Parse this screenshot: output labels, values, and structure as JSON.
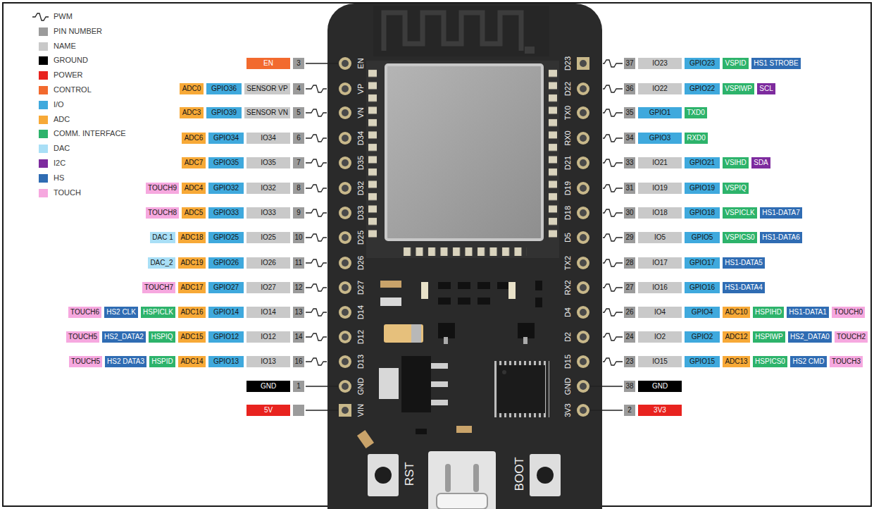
{
  "diagram": {
    "nodes": [
      {
        "text": [
          "3"
        ]
      },
      {
        "text": [
          "EN"
        ]
      },
      {
        "text": [
          "4"
        ]
      },
      {
        "text": [
          "SENSOR VP"
        ]
      },
      {
        "text": [
          "GPIO36"
        ]
      },
      {
        "text": [
          "ADC0"
        ]
      },
      {
        "text": [
          "5"
        ]
      },
      {
        "text": [
          "SENSOR VN"
        ]
      },
      {
        "text": [
          "GPIO39"
        ]
      },
      {
        "text": [
          "ADC3"
        ]
      },
      {
        "text": [
          "6"
        ]
      },
      {
        "text": [
          "IO34"
        ]
      },
      {
        "text": [
          "GPIO34"
        ]
      },
      {
        "text": [
          "ADC6"
        ]
      },
      {
        "text": [
          "7"
        ]
      },
      {
        "text": [
          "IO35"
        ]
      },
      {
        "text": [
          "GPIO35"
        ]
      },
      {
        "text": [
          "ADC7"
        ]
      },
      {
        "text": [
          "8"
        ]
      },
      {
        "text": [
          "IO32"
        ]
      },
      {
        "text": [
          "GPIO32"
        ]
      },
      {
        "text": [
          "ADC4"
        ]
      },
      {
        "text": [
          "TOUCH9"
        ]
      },
      {
        "text": [
          "9"
        ]
      },
      {
        "text": [
          "IO33"
        ]
      },
      {
        "text": [
          "GPIO33"
        ]
      },
      {
        "text": [
          "ADC5"
        ]
      },
      {
        "text": [
          "TOUCH8"
        ]
      },
      {
        "text": [
          "10"
        ]
      },
      {
        "text": [
          "IO25"
        ]
      },
      {
        "text": [
          "GPIO25"
        ]
      },
      {
        "text": [
          "ADC18"
        ]
      },
      {
        "text": [
          "DAC 1"
        ]
      },
      {
        "text": [
          "11"
        ]
      },
      {
        "text": [
          "IO26"
        ]
      },
      {
        "text": [
          "GPIO26"
        ]
      },
      {
        "text": [
          "ADC19"
        ]
      },
      {
        "text": [
          "DAC_2"
        ]
      },
      {
        "text": [
          "12"
        ]
      },
      {
        "text": [
          "IO27"
        ]
      },
      {
        "text": [
          "GPIO27"
        ]
      },
      {
        "text": [
          "ADC17"
        ]
      },
      {
        "text": [
          "TOUCH7"
        ]
      },
      {
        "text": [
          "13"
        ]
      },
      {
        "text": [
          "IO14"
        ]
      },
      {
        "text": [
          "GPIO14"
        ]
      },
      {
        "text": [
          "ADC16"
        ]
      },
      {
        "text": [
          "HSPICLK"
        ]
      },
      {
        "text": [
          "HS2 CLK"
        ]
      },
      {
        "text": [
          "TOUCH6"
        ]
      },
      {
        "text": [
          "14"
        ]
      },
      {
        "text": [
          "IO12"
        ]
      },
      {
        "text": [
          "GPIO12"
        ]
      },
      {
        "text": [
          "ADC15"
        ]
      },
      {
        "text": [
          "HSPIQ"
        ]
      },
      {
        "text": [
          "HS2_DATA2"
        ]
      },
      {
        "text": [
          "TOUCH5"
        ]
      },
      {
        "text": [
          "16"
        ]
      },
      {
        "text": [
          "IO13"
        ]
      },
      {
        "text": [
          "GPIO13"
        ]
      },
      {
        "text": [
          "ADC14"
        ]
      },
      {
        "text": [
          "HSPID"
        ]
      },
      {
        "text": [
          "HS2 DATA3"
        ]
      },
      {
        "text": [
          "TOUCH5"
        ]
      },
      {
        "text": [
          "1"
        ]
      },
      {
        "text": [
          "GND"
        ]
      },
      {
        "text": [
          "5V"
        ]
      },
      {
        "text": [
          "37"
        ]
      },
      {
        "text": [
          "IO23"
        ]
      },
      {
        "text": [
          "GPIO23"
        ]
      },
      {
        "text": [
          "VSPID"
        ]
      },
      {
        "text": [
          "HS1 STROBE"
        ]
      },
      {
        "text": [
          "36"
        ]
      },
      {
        "text": [
          "IO22"
        ]
      },
      {
        "text": [
          "GPIO22"
        ]
      },
      {
        "text": [
          "VSPIWP"
        ]
      },
      {
        "text": [
          "SCL"
        ]
      },
      {
        "text": [
          "35"
        ]
      },
      {
        "text": [
          "GPIO1"
        ]
      },
      {
        "text": [
          "TXD0"
        ]
      },
      {
        "text": [
          "34"
        ]
      },
      {
        "text": [
          "GPIO3"
        ]
      },
      {
        "text": [
          "RXD0"
        ]
      },
      {
        "text": [
          "33"
        ]
      },
      {
        "text": [
          "IO21"
        ]
      },
      {
        "text": [
          "GPIO21"
        ]
      },
      {
        "text": [
          "VSIHD"
        ]
      },
      {
        "text": [
          "SDA"
        ]
      },
      {
        "text": [
          "31"
        ]
      },
      {
        "text": [
          "IO19"
        ]
      },
      {
        "text": [
          "GPIO19"
        ]
      },
      {
        "text": [
          "VSPIQ"
        ]
      },
      {
        "text": [
          "30"
        ]
      },
      {
        "text": [
          "IO18"
        ]
      },
      {
        "text": [
          "GPIO18"
        ]
      },
      {
        "text": [
          "VSPICLK"
        ]
      },
      {
        "text": [
          "HS1-DATA7"
        ]
      },
      {
        "text": [
          "29"
        ]
      },
      {
        "text": [
          "IO5"
        ]
      },
      {
        "text": [
          "GPIO5"
        ]
      },
      {
        "text": [
          "VSPICS0"
        ]
      },
      {
        "text": [
          "HS1-DATA6"
        ]
      },
      {
        "text": [
          "28"
        ]
      },
      {
        "text": [
          "IO17"
        ]
      },
      {
        "text": [
          "GPIO17"
        ]
      },
      {
        "text": [
          "HS1-DATA5"
        ]
      },
      {
        "text": [
          "27"
        ]
      },
      {
        "text": [
          "IO16"
        ]
      },
      {
        "text": [
          "GPIO16"
        ]
      },
      {
        "text": [
          "HS1-DATA4"
        ]
      },
      {
        "text": [
          "26"
        ]
      },
      {
        "text": [
          "IO4"
        ]
      },
      {
        "text": [
          "GPIO4"
        ]
      },
      {
        "text": [
          "ADC10"
        ]
      },
      {
        "text": [
          "HSPIHD"
        ]
      },
      {
        "text": [
          "HS1-DATA1"
        ]
      },
      {
        "text": [
          "TOUCH0"
        ]
      },
      {
        "text": [
          "24"
        ]
      },
      {
        "text": [
          "IO2"
        ]
      },
      {
        "text": [
          "GPIO2"
        ]
      },
      {
        "text": [
          "ADC12"
        ]
      },
      {
        "text": [
          "HSPIWP"
        ]
      },
      {
        "text": [
          "HS2_DATA0"
        ]
      },
      {
        "text": [
          "TOUCH2"
        ]
      },
      {
        "text": [
          "23"
        ]
      },
      {
        "text": [
          "IO15"
        ]
      },
      {
        "text": [
          "GPIO15"
        ]
      },
      {
        "text": [
          "ADC13"
        ]
      },
      {
        "text": [
          "HSPICS0"
        ]
      },
      {
        "text": [
          "HS2 CMD"
        ]
      },
      {
        "text": [
          "TOUCH3"
        ]
      },
      {
        "text": [
          "38"
        ]
      },
      {
        "text": [
          "GND"
        ]
      },
      {
        "text": [
          "2"
        ]
      },
      {
        "text": [
          "3V3"
        ]
      }
    ],
    "labels": [
      "EN",
      "VP",
      "VN",
      "D34",
      "D35",
      "D32",
      "D33",
      "D25",
      "D26",
      "D27",
      "D14",
      "D12",
      "D13",
      "GND",
      "VIN",
      "D23",
      "D22",
      "TX0",
      "RX0",
      "D21",
      "D19",
      "D18",
      "D5",
      "TX2",
      "RX2",
      "D4",
      "D2",
      "D15",
      "GND",
      "3V3",
      "RST",
      "BOOT"
    ],
    "legend": [
      {
        "text": "PWM"
      },
      {
        "text": "PIN NUMBER",
        "color": "#9b9b9b"
      },
      {
        "text": "NAME",
        "color": "#c9c9c9"
      },
      {
        "text": "GROUND",
        "color": "#000000"
      },
      {
        "text": "POWER",
        "color": "#e8231f"
      },
      {
        "text": "CONTROL",
        "color": "#f26a2e"
      },
      {
        "text": "I/O",
        "color": "#3fa9dd"
      },
      {
        "text": "ADC",
        "color": "#f7a937"
      },
      {
        "text": "COMM. INTERFACE",
        "color": "#2db36b"
      },
      {
        "text": "DAC",
        "color": "#a9dff6"
      },
      {
        "text": "I2C",
        "color": "#7d2b9e"
      },
      {
        "text": "HS",
        "color": "#2f6cb3"
      },
      {
        "text": "TOUCH",
        "color": "#f6a8df"
      }
    ]
  }
}
